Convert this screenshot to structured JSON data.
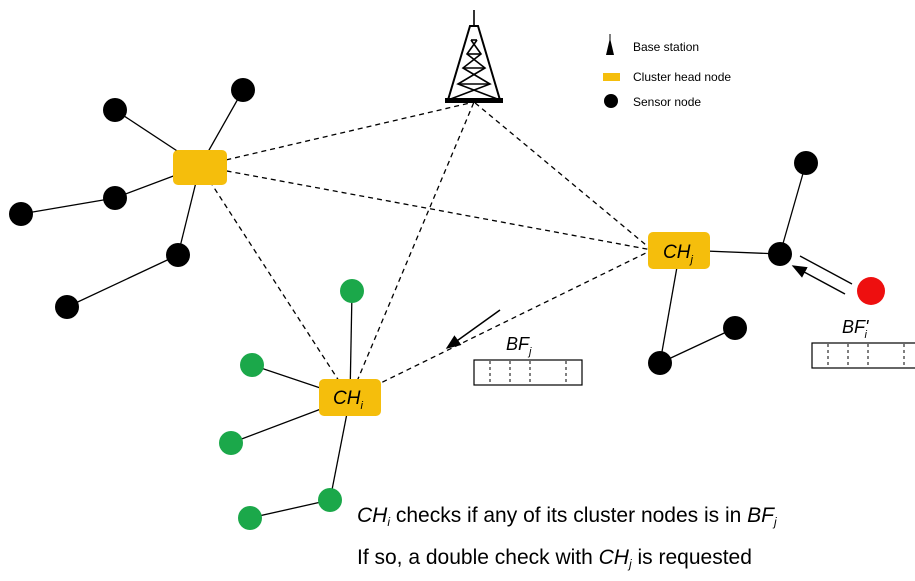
{
  "legend": {
    "base_station": "Base station",
    "cluster_head": "Cluster head node",
    "sensor": "Sensor node"
  },
  "labels": {
    "ch_i_main": "CH",
    "ch_i_sub": "i",
    "ch_j_main": "CH",
    "ch_j_sub": "j",
    "bf_j_main": "BF",
    "bf_j_sub": "j",
    "bf_prime_main": "BF'",
    "bf_prime_sub": "i"
  },
  "caption": {
    "line1_ch": "CH",
    "line1_ch_sub": "i",
    "line1_mid": " checks if any of its cluster nodes is in ",
    "line1_bf": "BF",
    "line1_bf_sub": "j",
    "line2_start": "If so, a double check with ",
    "line2_ch": "CH",
    "line2_ch_sub": "j",
    "line2_end": " is requested"
  },
  "colors": {
    "cluster_head": "#F5BE0C",
    "sensor": "#000000",
    "cluster_i_member": "#1BA84A",
    "suspect_node": "#EE0F0F"
  }
}
